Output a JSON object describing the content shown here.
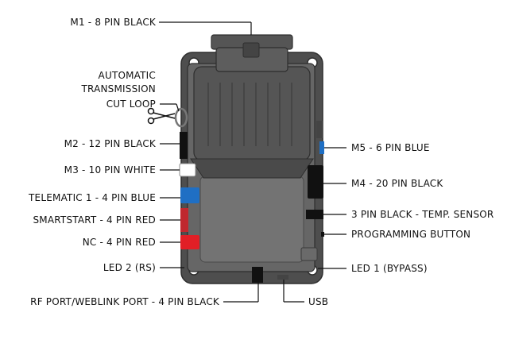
{
  "labels": {
    "m1": "M1 - 8 PIN BLACK",
    "atc_1": "AUTOMATIC",
    "atc_2": "TRANSMISSION",
    "atc_3": "CUT LOOP",
    "m2": "M2 - 12 PIN BLACK",
    "m3": "M3 - 10 PIN WHITE",
    "telematic": "TELEMATIC 1 - 4 PIN BLUE",
    "smartstart": "SMARTSTART - 4 PIN RED",
    "nc": "NC - 4 PIN RED",
    "led2": "LED 2 (RS)",
    "rf_port": "RF PORT/WEBLINK PORT - 4 PIN BLACK",
    "usb": "USB",
    "m5": "M5 - 6 PIN BLUE",
    "m4": "M4 - 20 PIN BLACK",
    "temp_sensor": "3 PIN BLACK - TEMP. SENSOR",
    "programming": "PROGRAMMING BUTTON",
    "led1": "LED 1 (BYPASS)"
  },
  "colors": {
    "housing": "#5a5a5a",
    "housing_dark": "#3f3f3f",
    "inner_panel": "#6e6e6e",
    "connector_black": "#111111",
    "connector_white": "#ffffff",
    "connector_blue": "#1f6fc4",
    "connector_red": "#e21f26",
    "connector_dark_red": "#c0282e"
  },
  "icons": {
    "cut_loop": "scissors-icon"
  }
}
